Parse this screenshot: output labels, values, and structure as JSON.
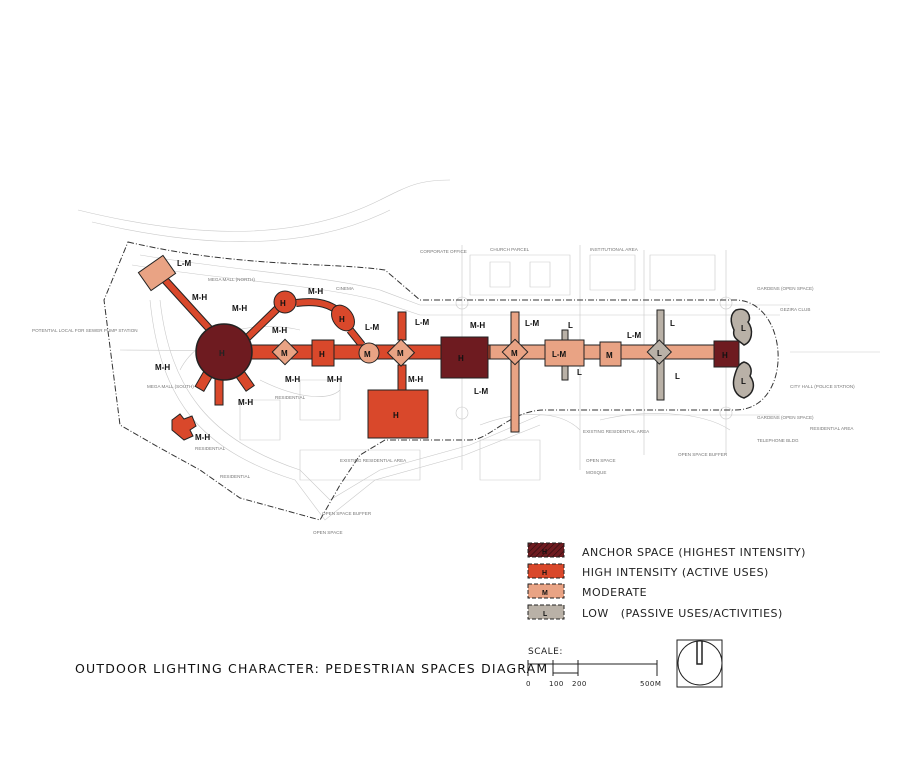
{
  "title": "OUTDOOR LIGHTING CHARACTER: PEDESTRIAN SPACES DIAGRAM",
  "colors": {
    "anchor": "#6e1b20",
    "high": "#d9482b",
    "moderate": "#e9a384",
    "low": "#b9b1a7"
  },
  "legend": [
    {
      "code": "H",
      "label": "ANCHOR SPACE (HIGHEST INTENSITY)"
    },
    {
      "code": "H",
      "label": "HIGH INTENSITY (ACTIVE USES)"
    },
    {
      "code": "M",
      "label": "MODERATE"
    },
    {
      "code": "L",
      "label": "LOW   (PASSIVE USES/ACTIVITIES)"
    }
  ],
  "scale": {
    "label": "SCALE:",
    "ticks": [
      "0",
      "100",
      "200",
      "500M"
    ]
  },
  "site_labels": {
    "corporate": "CORPORATE OFFICE",
    "church": "CHURCH PARCEL",
    "institutional": "INSTITUTIONAL AREA",
    "gardens1": "GARDENS (OPEN SPACE)",
    "gezira": "GEZIRA CLUB",
    "cityhall": "CITY HALL (POLICE STATION)",
    "gardens2": "GARDENS (OPEN SPACE)",
    "residential_area": "RESIDENTIAL AREA",
    "telephone": "TELEPHONE BLDG",
    "pump": "POTENTIAL LOCAL FOR SEWER PUMP STATION",
    "megamall_n": "MEGA MALL (NORTH)",
    "megamall_s": "MEGA MALL (SOUTH)",
    "cinema": "CINEMA",
    "residential1": "RESIDENTIAL",
    "residential2": "RESIDENTIAL",
    "residential3": "RESIDENTIAL",
    "existing_res": "EXISTING RESIDENTIAL AREA",
    "open_space_buffer1": "OPEN SPACE BUFFER",
    "open_space_buffer2": "OPEN SPACE BUFFER",
    "open_space1": "OPEN SPACE",
    "open_space2": "OPEN SPACE",
    "mosque": "MOSQUE"
  },
  "node_codes": {
    "H": "H",
    "M": "M",
    "L": "L",
    "LM": "L-M",
    "MH": "M-H"
  }
}
